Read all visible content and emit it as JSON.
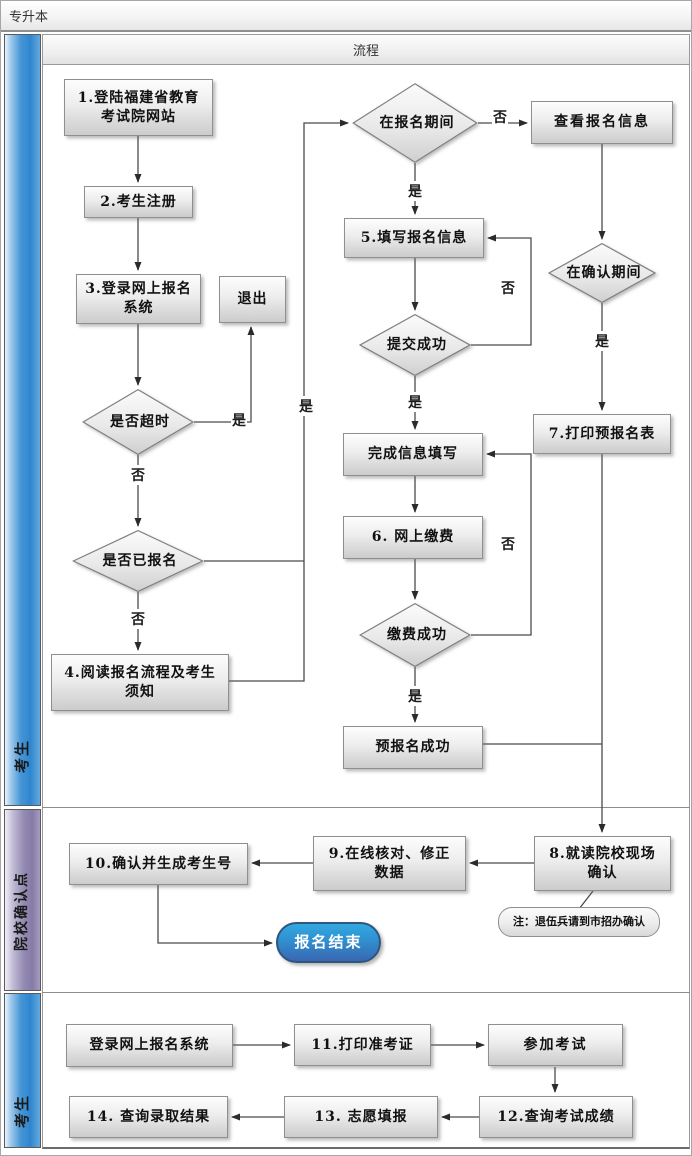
{
  "header": {
    "title": "专升本"
  },
  "process_bar": {
    "label": "流程"
  },
  "lanes": [
    {
      "label": "考生"
    },
    {
      "label": "院校确认点"
    },
    {
      "label": "考生"
    }
  ],
  "labels": {
    "yes": "是",
    "no": "否"
  },
  "nodes": {
    "login_site": "1.登陆福建省教育\n考试院网站",
    "register": "2.考生注册",
    "login_system": "3.登录网上报名\n系统",
    "exit": "退出",
    "timeout": "是否超时",
    "registered": "是否已报名",
    "read_notice": "4.阅读报名流程及考生\n须知",
    "in_period": "在报名期间",
    "view_info": "查看报名信息",
    "fill_info": "5.填写报名信息",
    "submit_ok": "提交成功",
    "complete_info": "完成信息填写",
    "pay_online": "6. 网上缴费",
    "pay_ok": "缴费成功",
    "pre_ok": "预报名成功",
    "confirm_period": "在确认期间",
    "print_form": "7.打印预报名表",
    "onsite_confirm": "8.就读院校现场\n确认",
    "note": "注：退伍兵请到市招办确认",
    "check_data": "9.在线核对、修正\n数据",
    "gen_id": "10.确认并生成考生号",
    "end": "报名结束",
    "login_again": "登录网上报名系统",
    "print_ticket": "11.打印准考证",
    "take_exam": "参加考试",
    "query_score": "12.查询考试成绩",
    "fill_wish": "13. 志愿填报",
    "query_admission": "14. 查询录取结果"
  },
  "edges": [
    {
      "from": "login_site",
      "to": "register",
      "label": ""
    },
    {
      "from": "register",
      "to": "login_system",
      "label": ""
    },
    {
      "from": "login_system",
      "to": "timeout",
      "label": ""
    },
    {
      "from": "timeout",
      "to": "exit",
      "label": "是"
    },
    {
      "from": "timeout",
      "to": "registered",
      "label": "否"
    },
    {
      "from": "registered",
      "to": "read_notice",
      "label": "否"
    },
    {
      "from": "registered",
      "to": "in_period",
      "label": "是"
    },
    {
      "from": "read_notice",
      "to": "in_period",
      "label": ""
    },
    {
      "from": "in_period",
      "to": "view_info",
      "label": "否"
    },
    {
      "from": "in_period",
      "to": "fill_info",
      "label": "是"
    },
    {
      "from": "fill_info",
      "to": "submit_ok",
      "label": ""
    },
    {
      "from": "submit_ok",
      "to": "fill_info",
      "label": "否"
    },
    {
      "from": "submit_ok",
      "to": "complete_info",
      "label": "是"
    },
    {
      "from": "complete_info",
      "to": "pay_online",
      "label": ""
    },
    {
      "from": "pay_online",
      "to": "pay_ok",
      "label": ""
    },
    {
      "from": "pay_ok",
      "to": "complete_info",
      "label": "否"
    },
    {
      "from": "pay_ok",
      "to": "pre_ok",
      "label": "是"
    },
    {
      "from": "view_info",
      "to": "confirm_period",
      "label": ""
    },
    {
      "from": "confirm_period",
      "to": "print_form",
      "label": "是"
    },
    {
      "from": "print_form",
      "to": "onsite_confirm",
      "label": ""
    },
    {
      "from": "pre_ok",
      "to": "onsite_confirm",
      "label": ""
    },
    {
      "from": "onsite_confirm",
      "to": "check_data",
      "label": ""
    },
    {
      "from": "check_data",
      "to": "gen_id",
      "label": ""
    },
    {
      "from": "gen_id",
      "to": "end",
      "label": ""
    },
    {
      "from": "login_again",
      "to": "print_ticket",
      "label": ""
    },
    {
      "from": "print_ticket",
      "to": "take_exam",
      "label": ""
    },
    {
      "from": "take_exam",
      "to": "query_score",
      "label": ""
    },
    {
      "from": "query_score",
      "to": "fill_wish",
      "label": ""
    },
    {
      "from": "fill_wish",
      "to": "query_admission",
      "label": ""
    }
  ],
  "colors": {
    "lane_blue": "#2f86cf",
    "lane_purple": "#867ba6",
    "node_fill_top": "#fdfdfd",
    "node_fill_bottom": "#cccccc",
    "node_border": "#8f8f8f",
    "end_fill_top": "#32a9e0",
    "end_fill_bottom": "#3a67b1",
    "wire": "#4b4b4b"
  }
}
